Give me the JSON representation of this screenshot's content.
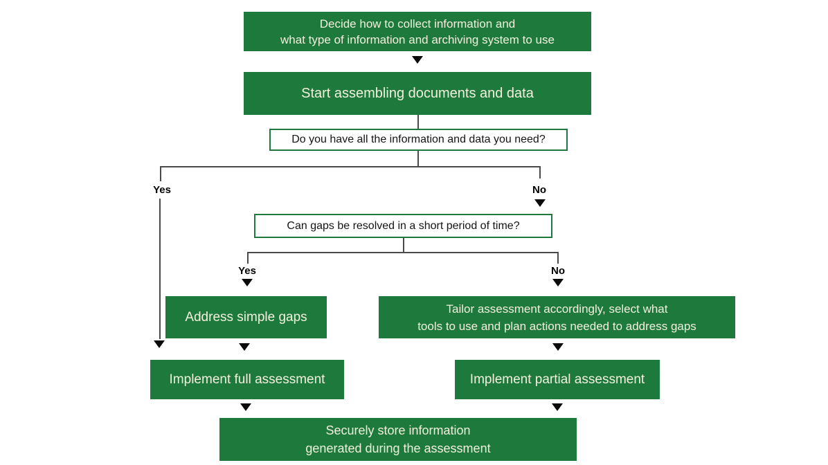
{
  "colors": {
    "box_green": "#1e7a3c",
    "box_text": "#f3f0dd",
    "decision_border": "#1e7a3c",
    "decision_text": "#141414",
    "line": "#4a4a4a",
    "arrow": "#0b0b0b",
    "background": "#ffffff"
  },
  "flowchart": {
    "nodes": {
      "decide": {
        "line1": "Decide how to collect information and",
        "line2": "what type of information and archiving system to use"
      },
      "start": {
        "label": "Start assembling documents and data"
      },
      "q_info": {
        "label": "Do you have all the information and data you need?"
      },
      "q_gaps": {
        "label": "Can gaps be resolved in a short period of time?"
      },
      "address_gaps": {
        "label": "Address simple gaps"
      },
      "tailor": {
        "line1": "Tailor assessment accordingly, select what",
        "line2": "tools to use and plan actions needed to address gaps"
      },
      "full_assessment": {
        "label": "Implement full assessment"
      },
      "partial_assessment": {
        "label": "Implement partial assessment"
      },
      "store": {
        "line1": "Securely store information",
        "line2": "generated during the assessment"
      }
    },
    "branch_labels": {
      "q_info_yes": "Yes",
      "q_info_no": "No",
      "q_gaps_yes": "Yes",
      "q_gaps_no": "No"
    }
  }
}
